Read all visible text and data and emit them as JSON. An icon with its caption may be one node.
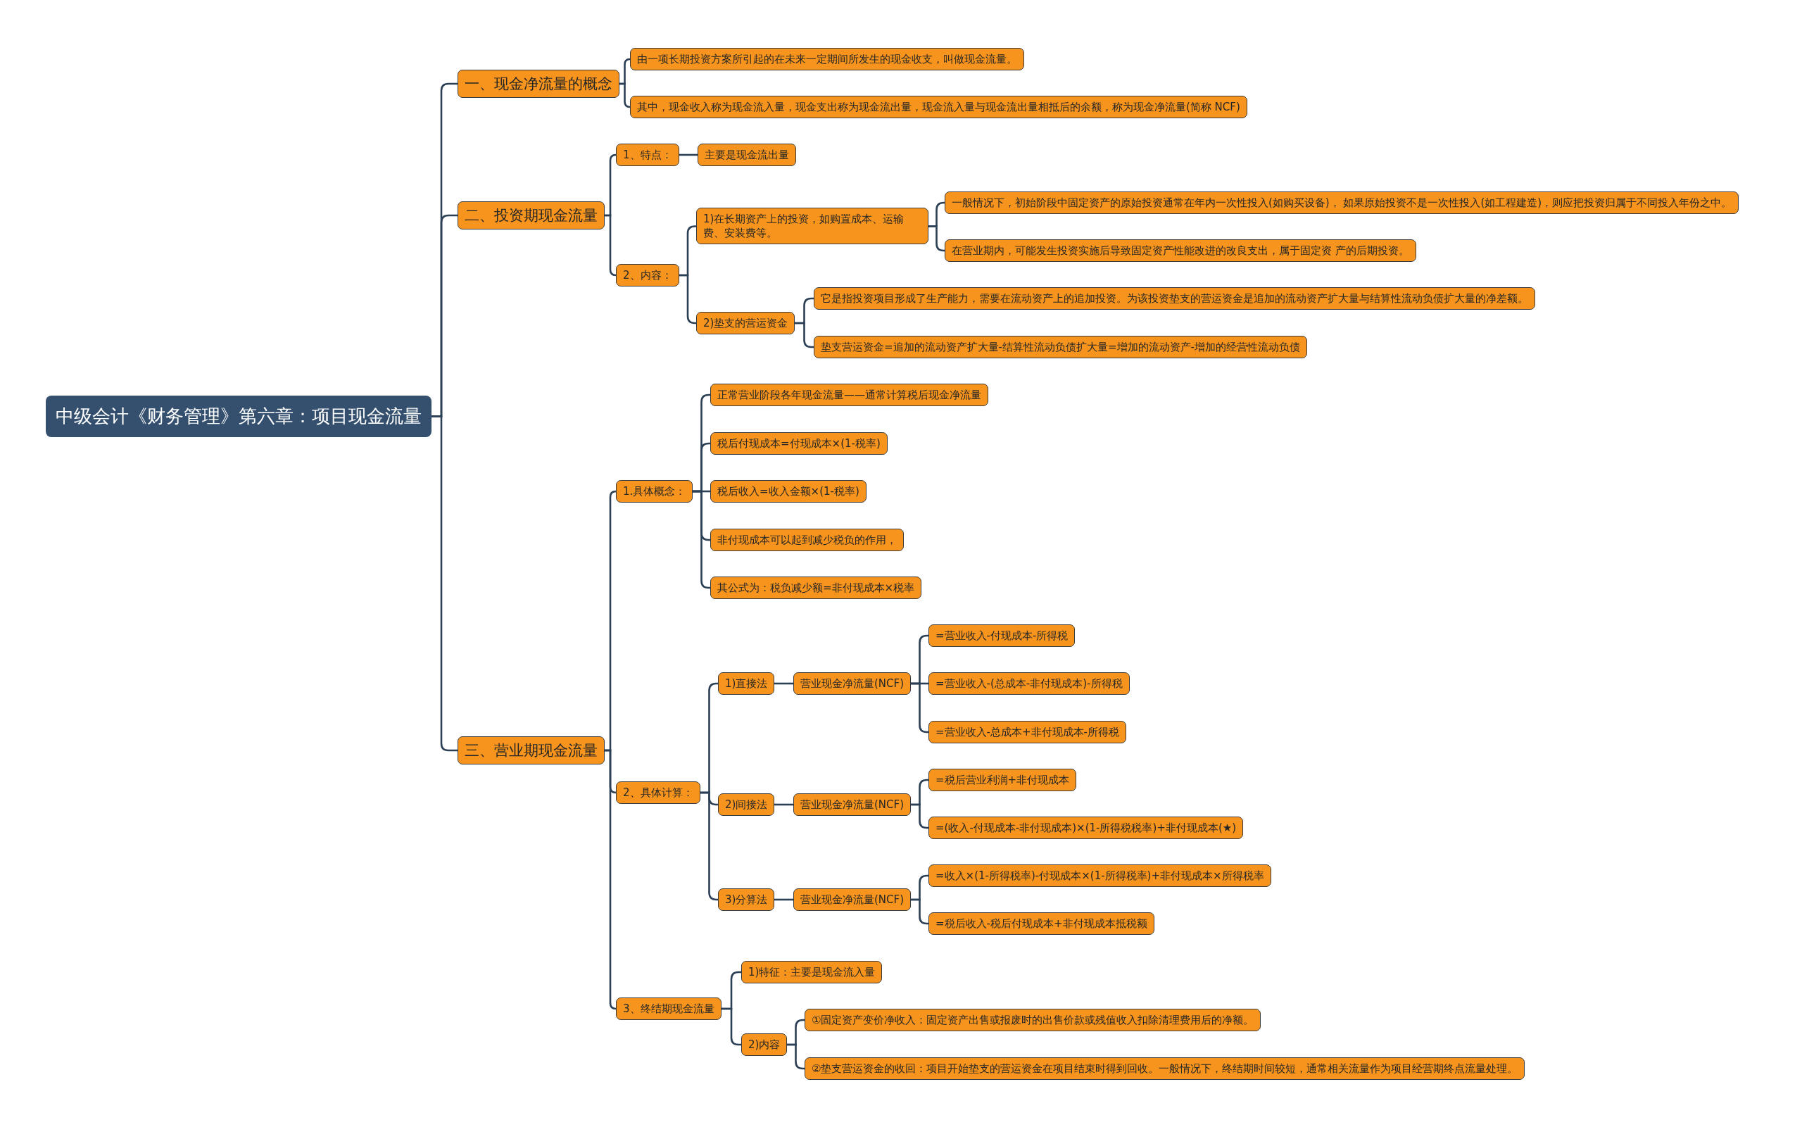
{
  "diagram": {
    "nodes": [
      {
        "text": [
          "中级会计《财务管理》第六章：项目现金流量"
        ]
      },
      {
        "text": [
          "一、现金净流量的概念"
        ]
      },
      {
        "text": [
          "由一项长期投资方案所引起的在未来一定期间所发生的现金收支，叫做现金流量。"
        ]
      },
      {
        "text": [
          "其中，现金收入称为现金流入量，现金支出称为现金流出量，现金流入量与现金流出量相抵后的余额，称为现金净流量(简称 NCF)"
        ]
      },
      {
        "text": [
          "二、投资期现金流量"
        ]
      },
      {
        "text": [
          "1、特点："
        ]
      },
      {
        "text": [
          "主要是现金流出量"
        ]
      },
      {
        "text": [
          "2、内容："
        ]
      },
      {
        "text": [
          "1)在长期资产上的投资，如购置成本、运输费、安装费等。"
        ]
      },
      {
        "text": [
          "一般情况下，初始阶段中固定资产的原始投资通常在年内一次性投入(如购买设备)， 如果原始投资不是一次性投入(如工程建造)，则应把投资归属于不同投入年份之中。"
        ]
      },
      {
        "text": [
          "在营业期内，可能发生投资实施后导致固定资产性能改进的改良支出，属于固定资 产的后期投资。"
        ]
      },
      {
        "text": [
          "2)垫支的营运资金"
        ]
      },
      {
        "text": [
          "它是指投资项目形成了生产能力，需要在流动资产上的追加投资。为该投资垫支的营运资金是追加的流动资产扩大量与结算性流动负债扩大量的净差额。"
        ]
      },
      {
        "text": [
          "垫支营运资金=追加的流动资产扩大量-结算性流动负债扩大量=增加的流动资产-增加的经营性流动负债"
        ]
      },
      {
        "text": [
          "三、营业期现金流量"
        ]
      },
      {
        "text": [
          "1.具体概念："
        ]
      },
      {
        "text": [
          "正常营业阶段各年现金流量——通常计算税后现金净流量"
        ]
      },
      {
        "text": [
          "税后付现成本=付现成本×(1-税率)"
        ]
      },
      {
        "text": [
          "税后收入=收入金额×(1-税率)"
        ]
      },
      {
        "text": [
          "非付现成本可以起到减少税负的作用，"
        ]
      },
      {
        "text": [
          "其公式为：税负减少额=非付现成本×税率"
        ]
      },
      {
        "text": [
          "2、具体计算："
        ]
      },
      {
        "text": [
          "1)直接法"
        ]
      },
      {
        "text": [
          "营业现金净流量(NCF)"
        ]
      },
      {
        "text": [
          "=营业收入-付现成本-所得税"
        ]
      },
      {
        "text": [
          "=营业收入-(总成本-非付现成本)-所得税"
        ]
      },
      {
        "text": [
          "=营业收入-总成本+非付现成本-所得税"
        ]
      },
      {
        "text": [
          "2)间接法"
        ]
      },
      {
        "text": [
          "营业现金净流量(NCF)"
        ]
      },
      {
        "text": [
          "=税后营业利润+非付现成本"
        ]
      },
      {
        "text": [
          "=(收入-付现成本-非付现成本)×(1-所得税税率)+非付现成本(★)"
        ]
      },
      {
        "text": [
          "3)分算法"
        ]
      },
      {
        "text": [
          "营业现金净流量(NCF)"
        ]
      },
      {
        "text": [
          "=收入×(1-所得税率)-付现成本×(1-所得税率)+非付现成本×所得税率"
        ]
      },
      {
        "text": [
          "=税后收入-税后付现成本+非付现成本抵税额"
        ]
      },
      {
        "text": [
          "3、终结期现金流量"
        ]
      },
      {
        "text": [
          "1)特征：主要是现金流入量"
        ]
      },
      {
        "text": [
          "2)内容"
        ]
      },
      {
        "text": [
          "①固定资产变价净收入：固定资产出售或报废时的出售价款或残值收入扣除清理费用后的净额。"
        ]
      },
      {
        "text": [
          "②垫支营运资金的收回：项目开始垫支的营运资金在项目结束时得到回收。一般情况下，终结期时间较短，通常相关流量作为项目经营期终点流量处理。"
        ]
      }
    ],
    "edges": [
      {
        "from": 0,
        "to": 1,
        "arrow": "none"
      },
      {
        "from": 1,
        "to": 2,
        "arrow": "none"
      },
      {
        "from": 1,
        "to": 3,
        "arrow": "none"
      },
      {
        "from": 0,
        "to": 4,
        "arrow": "none"
      },
      {
        "from": 4,
        "to": 5,
        "arrow": "none"
      },
      {
        "from": 5,
        "to": 6,
        "arrow": "none"
      },
      {
        "from": 4,
        "to": 7,
        "arrow": "none"
      },
      {
        "from": 7,
        "to": 8,
        "arrow": "none"
      },
      {
        "from": 8,
        "to": 9,
        "arrow": "none"
      },
      {
        "from": 8,
        "to": 10,
        "arrow": "none"
      },
      {
        "from": 7,
        "to": 11,
        "arrow": "none"
      },
      {
        "from": 11,
        "to": 12,
        "arrow": "none"
      },
      {
        "from": 11,
        "to": 13,
        "arrow": "none"
      },
      {
        "from": 0,
        "to": 14,
        "arrow": "none"
      },
      {
        "from": 14,
        "to": 15,
        "arrow": "none"
      },
      {
        "from": 15,
        "to": 16,
        "arrow": "none"
      },
      {
        "from": 15,
        "to": 17,
        "arrow": "none"
      },
      {
        "from": 15,
        "to": 18,
        "arrow": "none"
      },
      {
        "from": 15,
        "to": 19,
        "arrow": "none"
      },
      {
        "from": 15,
        "to": 20,
        "arrow": "none"
      },
      {
        "from": 14,
        "to": 21,
        "arrow": "none"
      },
      {
        "from": 21,
        "to": 22,
        "arrow": "none"
      },
      {
        "from": 22,
        "to": 23,
        "arrow": "none"
      },
      {
        "from": 23,
        "to": 24,
        "arrow": "none"
      },
      {
        "from": 23,
        "to": 25,
        "arrow": "none"
      },
      {
        "from": 23,
        "to": 26,
        "arrow": "none"
      },
      {
        "from": 21,
        "to": 27,
        "arrow": "none"
      },
      {
        "from": 27,
        "to": 28,
        "arrow": "none"
      },
      {
        "from": 28,
        "to": 29,
        "arrow": "none"
      },
      {
        "from": 28,
        "to": 30,
        "arrow": "none"
      },
      {
        "from": 21,
        "to": 31,
        "arrow": "none"
      },
      {
        "from": 31,
        "to": 32,
        "arrow": "none"
      },
      {
        "from": 32,
        "to": 33,
        "arrow": "none"
      },
      {
        "from": 32,
        "to": 34,
        "arrow": "none"
      },
      {
        "from": 14,
        "to": 35,
        "arrow": "none"
      },
      {
        "from": 35,
        "to": 36,
        "arrow": "none"
      },
      {
        "from": 35,
        "to": 37,
        "arrow": "none"
      },
      {
        "from": 37,
        "to": 38,
        "arrow": "none"
      },
      {
        "from": 37,
        "to": 39,
        "arrow": "none"
      }
    ]
  }
}
